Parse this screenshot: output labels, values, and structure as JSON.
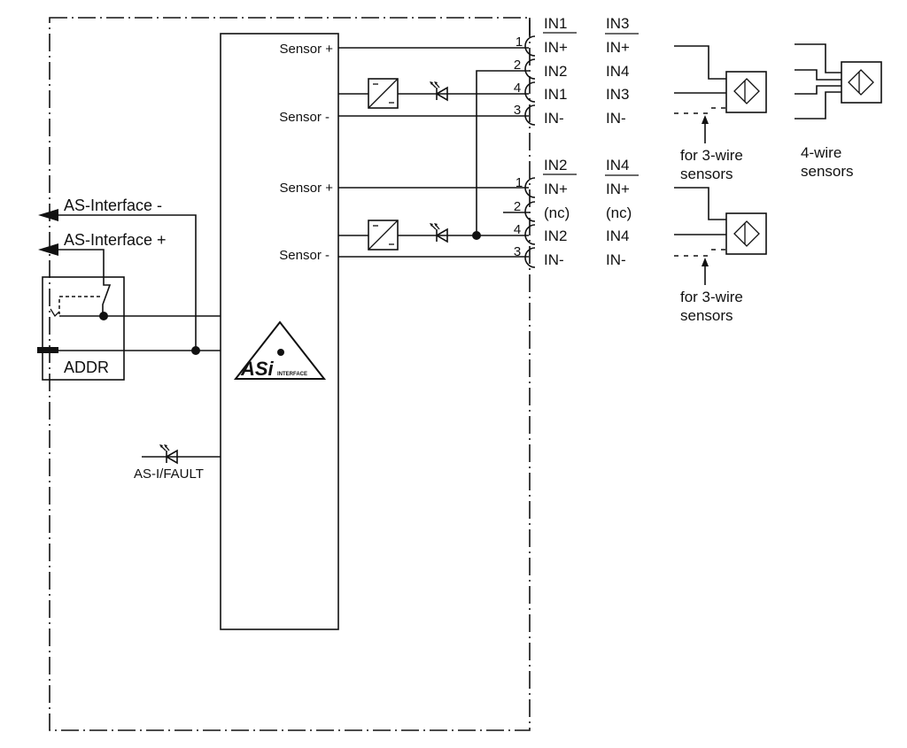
{
  "module": {
    "sensor_pins": [
      {
        "label": "Sensor +"
      },
      {
        "label": "Sensor -"
      },
      {
        "label": "Sensor +"
      },
      {
        "label": "Sensor -"
      }
    ],
    "logo": {
      "main": "ASi",
      "sub": "INTERFACE"
    },
    "fault_label": "AS-I/FAULT"
  },
  "bus": {
    "minus_label": "AS-Interface -",
    "plus_label": "AS-Interface +",
    "addr_label": "ADDR"
  },
  "connectors": [
    {
      "headers": [
        "IN1",
        "IN3"
      ],
      "pins": [
        {
          "number": "1",
          "col1": "IN+",
          "col2": "IN+"
        },
        {
          "number": "2",
          "col1": "IN2",
          "col2": "IN4"
        },
        {
          "number": "4",
          "col1": "IN1",
          "col2": "IN3"
        },
        {
          "number": "3",
          "col1": "IN-",
          "col2": "IN-"
        }
      ]
    },
    {
      "headers": [
        "IN2",
        "IN4"
      ],
      "pins": [
        {
          "number": "1",
          "col1": "IN+",
          "col2": "IN+"
        },
        {
          "number": "2",
          "col1": "(nc)",
          "col2": "(nc)"
        },
        {
          "number": "4",
          "col1": "IN2",
          "col2": "IN4"
        },
        {
          "number": "3",
          "col1": "IN-",
          "col2": "IN-"
        }
      ]
    }
  ],
  "sensors": {
    "three_wire_note": [
      "for  3-wire",
      "sensors"
    ],
    "four_wire_note": [
      "4-wire",
      "sensors"
    ]
  }
}
